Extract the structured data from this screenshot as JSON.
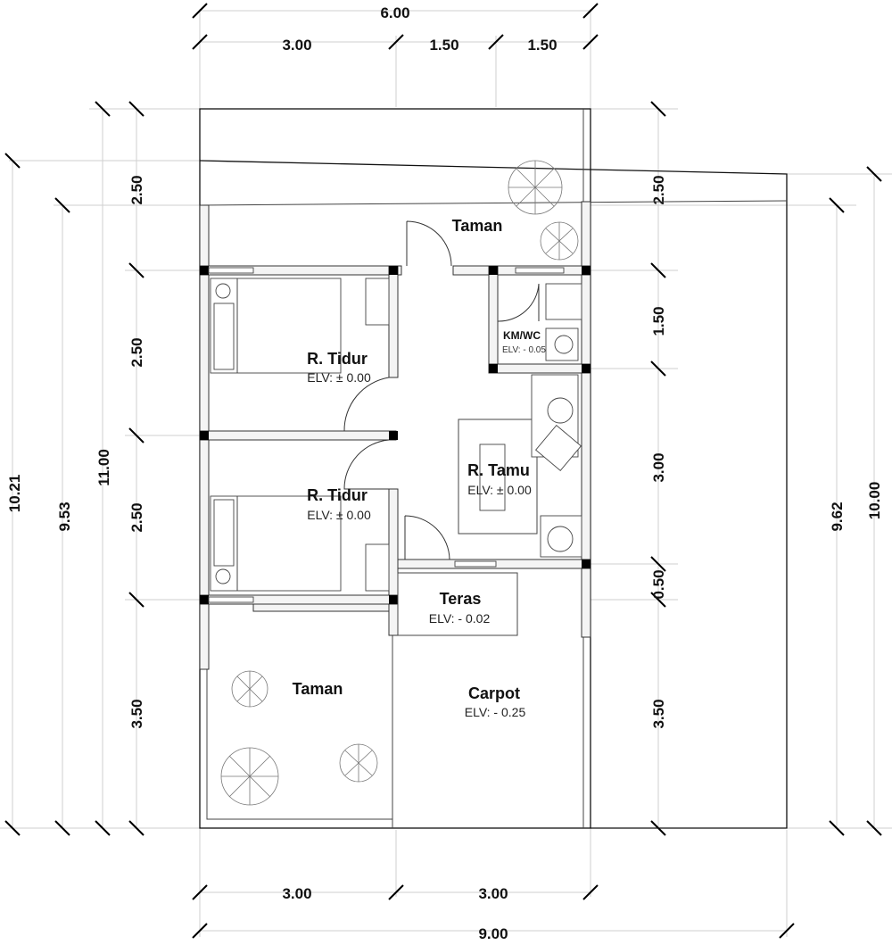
{
  "dimensions": {
    "top_total": "6.00",
    "top_a": "3.00",
    "top_b": "1.50",
    "top_c": "1.50",
    "bottom_a": "3.00",
    "bottom_b": "3.00",
    "bottom_total": "9.00",
    "left_outer": "10.21",
    "left_mid": "9.53",
    "left_inner": "11.00",
    "left_seg_1": "2.50",
    "left_seg_2": "2.50",
    "left_seg_3": "2.50",
    "left_seg_4": "3.50",
    "right_seg_1": "2.50",
    "right_seg_2": "1.50",
    "right_seg_3": "3.00",
    "right_seg_4": "0.50",
    "right_seg_5": "3.50",
    "right_mid": "9.62",
    "right_outer": "10.00"
  },
  "rooms": {
    "taman_top": {
      "name": "Taman"
    },
    "bedroom_1": {
      "name": "R. Tidur",
      "elevation": "ELV: ± 0.00"
    },
    "bedroom_2": {
      "name": "R. Tidur",
      "elevation": "ELV: ± 0.00"
    },
    "bathroom": {
      "name": "KM/WC",
      "elevation": "ELV: - 0.05"
    },
    "living": {
      "name": "R. Tamu",
      "elevation": "ELV: ± 0.00"
    },
    "teras": {
      "name": "Teras",
      "elevation": "ELV: - 0.02"
    },
    "taman_bottom": {
      "name": "Taman"
    },
    "carpot": {
      "name": "Carpot",
      "elevation": "ELV: - 0.25"
    }
  }
}
